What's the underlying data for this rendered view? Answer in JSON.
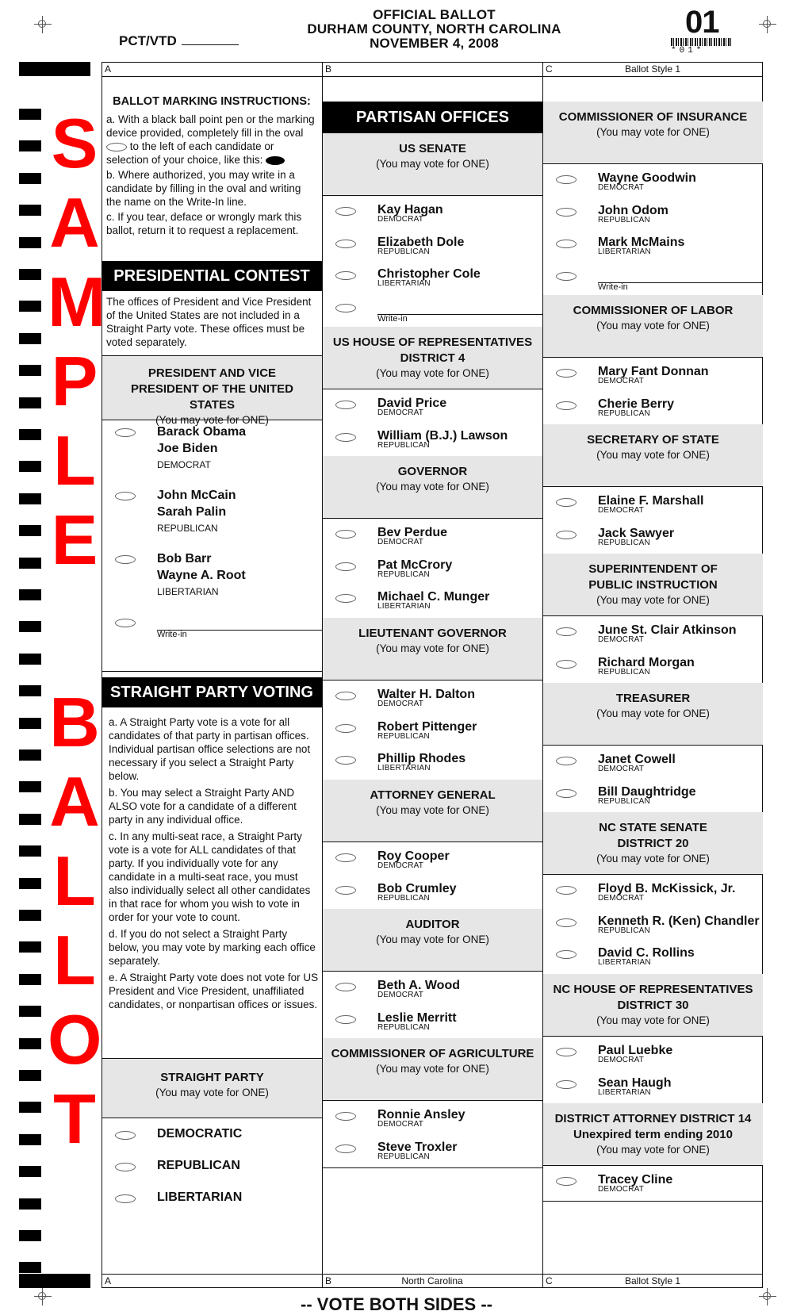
{
  "header": {
    "line1": "OFFICIAL BALLOT",
    "line2": "DURHAM COUNTY, NORTH CAROLINA",
    "line3": "NOVEMBER 4, 2008",
    "pct_label": "PCT/VTD",
    "ballot_number": "01",
    "barcode_text": "*01*"
  },
  "sample_watermark": [
    "S",
    "A",
    "M",
    "P",
    "L",
    "E",
    "B",
    "A",
    "L",
    "L",
    "O",
    "T"
  ],
  "columns": {
    "a": "A",
    "b": "B",
    "c": "C",
    "ballot_style": "Ballot Style 1",
    "footer_b": "North Carolina"
  },
  "instructions": {
    "title": "BALLOT MARKING INSTRUCTIONS:",
    "a_pre": "a. With a black ball point pen or the marking device provided, completely fill in the oval",
    "a_post": "to the left of each candidate or selection of your choice, like this:",
    "b": "b. Where authorized, you may write in a candidate by filling in the oval and writing the name on the Write-In line.",
    "c": "c. If you tear, deface or wrongly mark this ballot, return it to request a replacement."
  },
  "presidential": {
    "bar": "PRESIDENTIAL CONTEST",
    "note": "The offices of President and Vice President of the United States are not included in a Straight Party vote.  These offices must be voted separately.",
    "office": "PRESIDENT AND VICE PRESIDENT OF THE UNITED STATES",
    "vote_for": "(You may vote for ONE)",
    "tickets": [
      {
        "p": "Barack Obama",
        "vp": "Joe Biden",
        "party": "DEMOCRAT"
      },
      {
        "p": "John McCain",
        "vp": "Sarah Palin",
        "party": "REPUBLICAN"
      },
      {
        "p": "Bob Barr",
        "vp": "Wayne A. Root",
        "party": "LIBERTARIAN"
      }
    ],
    "write_in": "Write-in"
  },
  "straight_party": {
    "bar": "STRAIGHT PARTY VOTING",
    "a": "a. A Straight Party vote is a vote for all candidates of that party in partisan offices. Individual partisan office selections are not necessary if you select a Straight Party below.",
    "b": "b. You may select a Straight Party AND ALSO vote for a candidate of a different party in any individual office.",
    "c": "c. In any multi-seat race, a Straight Party vote is a vote for ALL candidates of that party. If you individually vote for any candidate in a multi-seat race, you must also individually select all other candidates in that race for whom you wish to vote in order for your vote to count.",
    "d": "d. If you do not select a Straight Party below, you may vote by marking each office separately.",
    "e": "e. A Straight Party vote does not vote for US President and Vice President, unaffiliated candidates, or nonpartisan offices or issues.",
    "office": "STRAIGHT PARTY",
    "vote_for": "(You may vote for ONE)",
    "options": [
      "DEMOCRATIC",
      "REPUBLICAN",
      "LIBERTARIAN"
    ]
  },
  "partisan_bar": "PARTISAN OFFICES",
  "vote_one": "(You may vote for ONE)",
  "write_in": "Write-in",
  "col_b": [
    {
      "office": [
        "US SENATE"
      ],
      "candidates": [
        [
          "Kay Hagan",
          "DEMOCRAT"
        ],
        [
          "Elizabeth Dole",
          "REPUBLICAN"
        ],
        [
          "Christopher Cole",
          "LIBERTARIAN"
        ]
      ],
      "write_in": true
    },
    {
      "office": [
        "US HOUSE OF REPRESENTATIVES",
        "DISTRICT 4"
      ],
      "candidates": [
        [
          "David Price",
          "DEMOCRAT"
        ],
        [
          "William (B.J.) Lawson",
          "REPUBLICAN"
        ]
      ]
    },
    {
      "office": [
        "GOVERNOR"
      ],
      "candidates": [
        [
          "Bev Perdue",
          "DEMOCRAT"
        ],
        [
          "Pat McCrory",
          "REPUBLICAN"
        ],
        [
          "Michael C. Munger",
          "LIBERTARIAN"
        ]
      ]
    },
    {
      "office": [
        "LIEUTENANT GOVERNOR"
      ],
      "candidates": [
        [
          "Walter H. Dalton",
          "DEMOCRAT"
        ],
        [
          "Robert Pittenger",
          "REPUBLICAN"
        ],
        [
          "Phillip Rhodes",
          "LIBERTARIAN"
        ]
      ]
    },
    {
      "office": [
        "ATTORNEY GENERAL"
      ],
      "candidates": [
        [
          "Roy Cooper",
          "DEMOCRAT"
        ],
        [
          "Bob Crumley",
          "REPUBLICAN"
        ]
      ]
    },
    {
      "office": [
        "AUDITOR"
      ],
      "candidates": [
        [
          "Beth A. Wood",
          "DEMOCRAT"
        ],
        [
          "Leslie Merritt",
          "REPUBLICAN"
        ]
      ]
    },
    {
      "office": [
        "COMMISSIONER OF AGRICULTURE"
      ],
      "candidates": [
        [
          "Ronnie Ansley",
          "DEMOCRAT"
        ],
        [
          "Steve Troxler",
          "REPUBLICAN"
        ]
      ]
    }
  ],
  "col_c": [
    {
      "office": [
        "COMMISSIONER OF INSURANCE"
      ],
      "candidates": [
        [
          "Wayne Goodwin",
          "DEMOCRAT"
        ],
        [
          "John Odom",
          "REPUBLICAN"
        ],
        [
          "Mark McMains",
          "LIBERTARIAN"
        ]
      ],
      "write_in": true
    },
    {
      "office": [
        "COMMISSIONER OF LABOR"
      ],
      "candidates": [
        [
          "Mary Fant Donnan",
          "DEMOCRAT"
        ],
        [
          "Cherie Berry",
          "REPUBLICAN"
        ]
      ]
    },
    {
      "office": [
        "SECRETARY OF STATE"
      ],
      "candidates": [
        [
          "Elaine F. Marshall",
          "DEMOCRAT"
        ],
        [
          "Jack Sawyer",
          "REPUBLICAN"
        ]
      ]
    },
    {
      "office": [
        "SUPERINTENDENT OF",
        "PUBLIC INSTRUCTION"
      ],
      "candidates": [
        [
          "June St. Clair Atkinson",
          "DEMOCRAT"
        ],
        [
          "Richard Morgan",
          "REPUBLICAN"
        ]
      ]
    },
    {
      "office": [
        "TREASURER"
      ],
      "candidates": [
        [
          "Janet Cowell",
          "DEMOCRAT"
        ],
        [
          "Bill Daughtridge",
          "REPUBLICAN"
        ]
      ]
    },
    {
      "office": [
        "NC STATE SENATE",
        "DISTRICT 20"
      ],
      "candidates": [
        [
          "Floyd B. McKissick, Jr.",
          "DEMOCRAT"
        ],
        [
          "Kenneth R. (Ken) Chandler",
          "REPUBLICAN"
        ],
        [
          "David C. Rollins",
          "LIBERTARIAN"
        ]
      ]
    },
    {
      "office": [
        "NC HOUSE OF REPRESENTATIVES",
        "DISTRICT 30"
      ],
      "candidates": [
        [
          "Paul Luebke",
          "DEMOCRAT"
        ],
        [
          "Sean Haugh",
          "LIBERTARIAN"
        ]
      ]
    },
    {
      "office": [
        "DISTRICT ATTORNEY DISTRICT 14",
        "Unexpired term ending 2010"
      ],
      "candidates": [
        [
          "Tracey Cline",
          "DEMOCRAT"
        ]
      ]
    }
  ],
  "footer": "-- VOTE BOTH SIDES --"
}
